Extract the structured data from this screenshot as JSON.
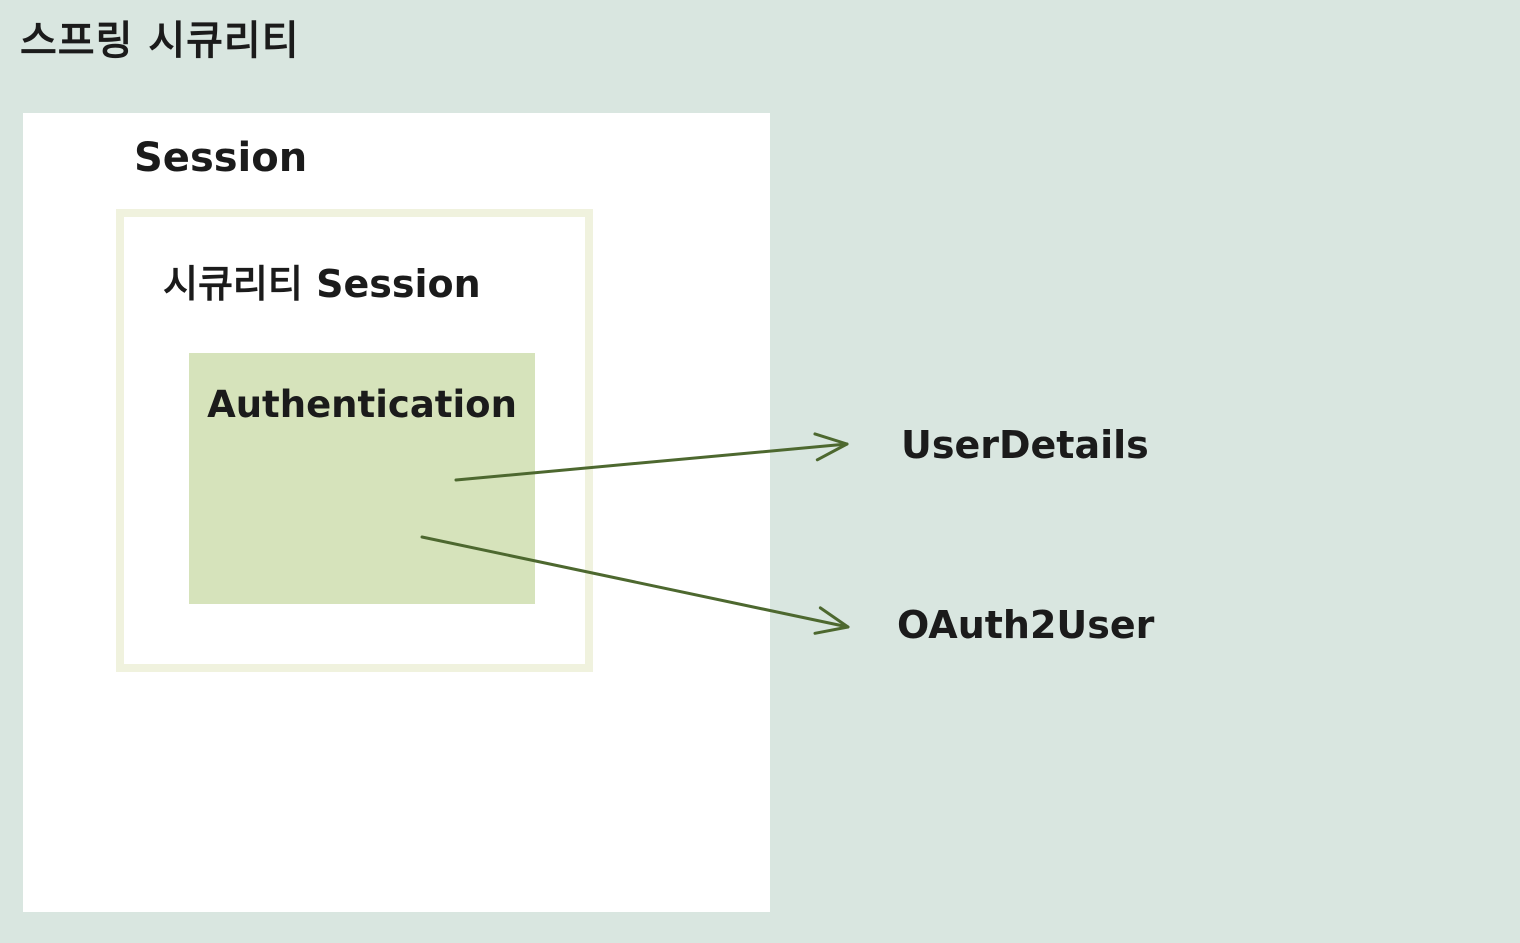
{
  "title": "스프링 시큐리티",
  "diagram": {
    "session_box": {
      "label": "Session"
    },
    "security_session_box": {
      "label": "시큐리티 Session"
    },
    "authentication_box": {
      "label": "Authentication"
    },
    "arrows": [
      {
        "from": "authentication-box",
        "label": "UserDetails"
      },
      {
        "from": "authentication-box",
        "label": "OAuth2User"
      }
    ]
  },
  "colors": {
    "background": "#d9e6e0",
    "box_fill": "#ffffff",
    "security_session_border": "#f0f2de",
    "authentication_fill": "#d6e3bb",
    "arrow": "#4d682f",
    "text": "#1b1b1b"
  }
}
